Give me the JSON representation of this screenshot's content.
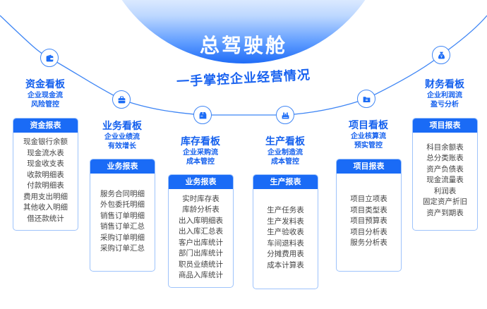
{
  "header": {
    "title": "总驾驶舱",
    "slogan": "一手掌控企业经营情况"
  },
  "colors": {
    "accent": "#1a6bf6",
    "line": "#3f86f5",
    "text": "#444444"
  },
  "boards": [
    {
      "icon": "wallet-icon",
      "title": "资金看板",
      "sub1": "企业现金流",
      "sub2": "风险管控",
      "card_title": "资金报表",
      "items": [
        "现金银行余额",
        "现金流水表",
        "现金收支表",
        "收款明细表",
        "付款明细表",
        "费用支出明细",
        "其他收入明细",
        "借还款统计"
      ]
    },
    {
      "icon": "briefcase-icon",
      "title": "业务看板",
      "sub1": "企业业绩流",
      "sub2": "有效增长",
      "card_title": "业务报表",
      "items": [
        "服务合同明细",
        "外包委托明细",
        "销售订单明细",
        "销售订单汇总",
        "采购订单明细",
        "采购订单汇总"
      ]
    },
    {
      "icon": "box-icon",
      "title": "库存看板",
      "sub1": "企业采购流",
      "sub2": "成本管控",
      "card_title": "业务报表",
      "items": [
        "实时库存表",
        "库龄分析表",
        "出入库明细表",
        "出入库汇总表",
        "客户出库统计",
        "部门出库统计",
        "职员业绩统计",
        "商品入库统计"
      ]
    },
    {
      "icon": "factory-icon",
      "title": "生产看板",
      "sub1": "企业制造流",
      "sub2": "成本管控",
      "card_title": "生产报表",
      "items": [
        "生产任务表",
        "生产发料表",
        "生产验收表",
        "车间退料表",
        "分摊费用表",
        "成本计算表"
      ]
    },
    {
      "icon": "folder-icon",
      "title": "项目看板",
      "sub1": "企业核算流",
      "sub2": "预实管控",
      "card_title": "项目报表",
      "items": [
        "项目立项表",
        "项目类型表",
        "项目预算表",
        "项目分析表",
        "服务分析表"
      ]
    },
    {
      "icon": "money-bag-icon",
      "title": "财务看板",
      "sub1": "企业利润流",
      "sub2": "盈亏分析",
      "card_title": "项目报表",
      "items": [
        "科目余额表",
        "总分类账表",
        "资产负债表",
        "现金流量表",
        "利润表",
        "固定资产折旧",
        "资产到期表"
      ]
    }
  ]
}
